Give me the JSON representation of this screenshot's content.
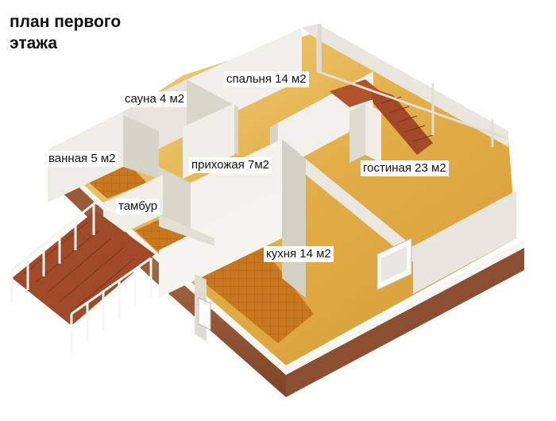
{
  "title": {
    "line1": "план первого",
    "line2": "этажа"
  },
  "rooms": [
    {
      "key": "bedroom",
      "label": "спальня 14 м2"
    },
    {
      "key": "sauna",
      "label": "сауна 4 м2"
    },
    {
      "key": "bathroom",
      "label": "ванная 5 м2"
    },
    {
      "key": "hallway",
      "label": "прихожая 7м2"
    },
    {
      "key": "living",
      "label": "гостиная 23 м2"
    },
    {
      "key": "vestibule",
      "label": "тамбур"
    },
    {
      "key": "kitchen",
      "label": "кухня 14 м2"
    }
  ],
  "colors": {
    "floor_wood": "#e4b44c",
    "floor_wood_light": "#f0cf7a",
    "floor_tile": "#c9781f",
    "wall_face": "#f2f0ea",
    "wall_shade": "#d9d6cc",
    "brick_outer": "#9a5a3a",
    "brick_dark": "#7a4228",
    "wall_top": "#fafaf7",
    "stair_tread": "#a74a2a",
    "railing": "#f4f4f0"
  }
}
